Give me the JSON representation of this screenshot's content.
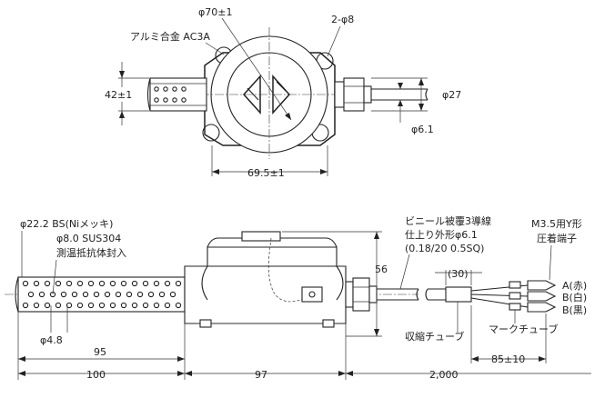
{
  "top_view": {
    "housing_dia": "φ70±1",
    "material": "アルミ合金 AC3A",
    "mount_holes": "2-φ8",
    "height": "42±1",
    "cable_gland_dia": "φ27",
    "cable_dia": "φ6.1",
    "width": "69.5±1"
  },
  "side_view": {
    "sheath": "φ22.2 BS(Niメッキ)",
    "element_line1": "φ8.0 SUS304",
    "element_line2": "測温抵抗体封入",
    "hole_dia": "φ4.8",
    "head_height": "56",
    "cable_line1": "ビニール被覆3導線",
    "cable_line2": "仕上り外形φ6.1",
    "cable_line3": "(0.18/20  0.5SQ)",
    "strip_len": "(30)",
    "terminal_line1": "M3.5用Y形",
    "terminal_line2": "圧着端子",
    "lead_a": "A(赤)",
    "lead_b1": "B(白)",
    "lead_b2": "B(黒)",
    "shrink_tube": "収縮チューブ",
    "mark_tube": "マークチューブ",
    "lead_len": "85±10",
    "perf_len": "95",
    "probe_len": "100",
    "head_len": "97",
    "cable_len": "2,000"
  }
}
